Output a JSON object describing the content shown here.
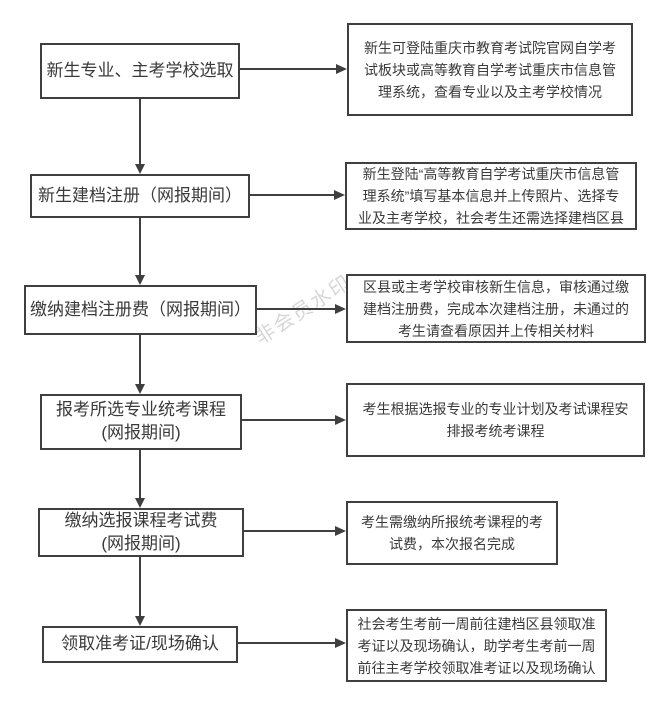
{
  "watermark": {
    "text": "非会员水印",
    "color": "#d7d7d7"
  },
  "colors": {
    "border": "#3f3f3f",
    "text": "#3a3a3a",
    "background": "#ffffff"
  },
  "steps": [
    {
      "label": "新生专业、主考学校选取",
      "description": "新生可登陆重庆市教育考试院官网自学考试板块或高等教育自学考试重庆市信息管理系统，查看专业以及主考学校情况"
    },
    {
      "label": "新生建档注册（网报期间）",
      "description": "新生登陆“高等教育自学考试重庆市信息管理系统”填写基本信息并上传照片、选择专业及主考学校，社会考生还需选择建档区县"
    },
    {
      "label": "缴纳建档注册费（网报期间）",
      "description": "区县或主考学校审核新生信息，审核通过缴建档注册费，完成本次建档注册，未通过的考生请查看原因并上传相关材料"
    },
    {
      "label": "报考所选专业统考课程\n(网报期间)",
      "description": "考生根据选报专业的专业计划及考试课程安排报考统考课程"
    },
    {
      "label": "缴纳选报课程考试费\n(网报期间)",
      "description": "考生需缴纳所报统考课程的考试费，本次报名完成"
    },
    {
      "label": "领取准考证/现场确认",
      "description": "社会考生考前一周前往建档区县领取准考证以及现场确认，助学考生考前一周前往主考学校领取准考证以及现场确认"
    }
  ]
}
